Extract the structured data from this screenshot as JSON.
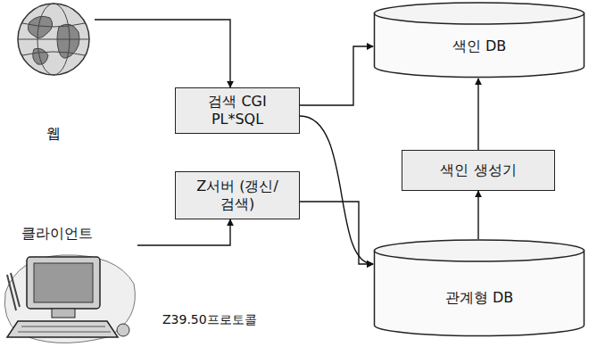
{
  "diagram": {
    "nodes": [
      {
        "text": [
          "웹"
        ]
      },
      {
        "text": [
          "색인 DB"
        ]
      },
      {
        "text": [
          "검색 CGI PL*SQL"
        ]
      },
      {
        "text": [
          "색인 생성기"
        ]
      },
      {
        "text": [
          "클라이언트"
        ]
      },
      {
        "text": [
          "Z서버 (갱신/검색)"
        ]
      },
      {
        "text": [
          "관계형 DB"
        ]
      }
    ],
    "edges": [
      {
        "from": 0,
        "to": 2,
        "arrow": "to"
      },
      {
        "from": 2,
        "to": 1,
        "arrow": "to"
      },
      {
        "from": 2,
        "to": 6,
        "arrow": "to"
      },
      {
        "from": 5,
        "to": 6,
        "arrow": "to"
      },
      {
        "from": 4,
        "to": 5,
        "arrow": "to"
      },
      {
        "from": 6,
        "to": 3,
        "arrow": "to"
      },
      {
        "from": 3,
        "to": 1,
        "arrow": "to"
      }
    ],
    "labels": [
      "Z39.50프로토콜"
    ]
  }
}
